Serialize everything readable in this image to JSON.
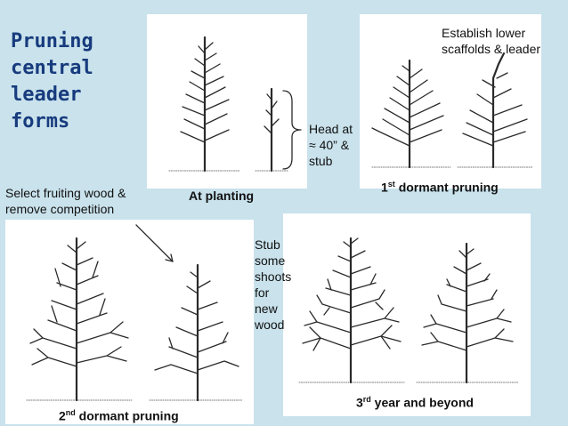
{
  "title": "Pruning central leader forms",
  "captions": {
    "at_planting": "At planting",
    "first_dormant": "1",
    "first_dormant_sup": "st",
    "first_dormant_rest": " dormant pruning",
    "second_dormant": "2",
    "second_dormant_sup": "nd",
    "second_dormant_rest": " dormant pruning",
    "third_year": "3",
    "third_year_sup": "rd",
    "third_year_rest": " year and beyond"
  },
  "notes": {
    "head": "Head at ≈ 40” & stub",
    "establish": "Establish lower scaffolds & leader",
    "select": "Select fruiting wood & remove competition",
    "stub": "Stub some shoots for new wood"
  },
  "colors": {
    "background": "#c9e2ec",
    "panel": "#ffffff",
    "title": "#173b7d",
    "ink": "#111111"
  }
}
